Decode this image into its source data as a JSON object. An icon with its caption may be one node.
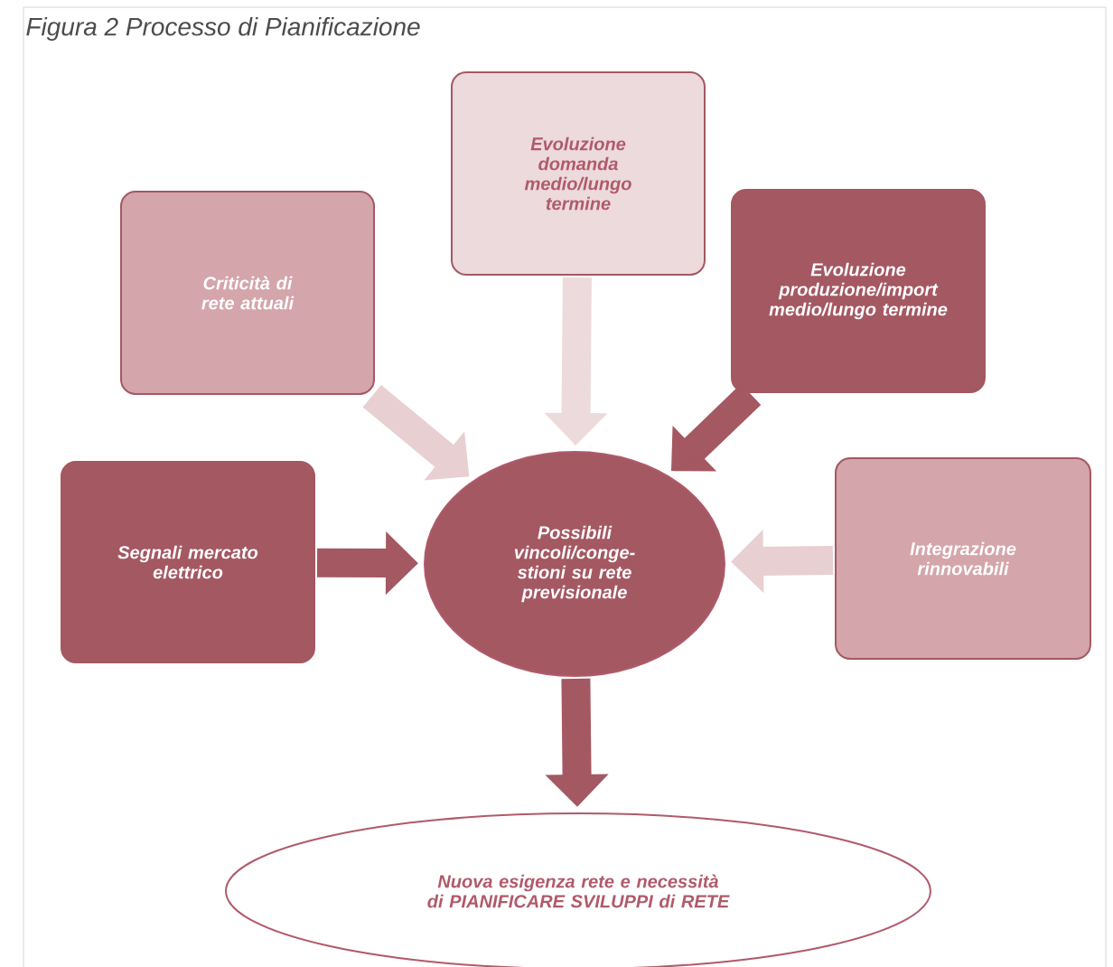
{
  "diagram": {
    "title": "Figura 2 Processo di Pianificazione",
    "nodes": [
      {
        "text": [
          "Evoluzione domanda medio/lungo termine"
        ]
      },
      {
        "text": [
          "Criticità di rete attuali"
        ]
      },
      {
        "text": [
          "Evoluzione produzione/import medio/lungo termine"
        ]
      },
      {
        "text": [
          "Segnali mercato elettrico"
        ]
      },
      {
        "text": [
          "Possibili vincoli/conge-stioni su rete previsionale"
        ]
      },
      {
        "text": [
          "Integrazione rinnovabili"
        ]
      },
      {
        "text": [
          "Nuova esigenza rete e necessità di PIANIFICARE SVILUPPI di RETE"
        ]
      }
    ],
    "edges": [
      {
        "from": 1,
        "to": 4,
        "arrow": "to",
        "color": "#e8cfd2"
      },
      {
        "from": 0,
        "to": 4,
        "arrow": "to",
        "color": "#ecdadc"
      },
      {
        "from": 2,
        "to": 4,
        "arrow": "to",
        "color": "#a45862"
      },
      {
        "from": 3,
        "to": 4,
        "arrow": "to",
        "color": "#a45862"
      },
      {
        "from": 5,
        "to": 4,
        "arrow": "to",
        "color": "#e8cfd2"
      },
      {
        "from": 4,
        "to": 6,
        "arrow": "to",
        "color": "#a45862"
      }
    ]
  }
}
